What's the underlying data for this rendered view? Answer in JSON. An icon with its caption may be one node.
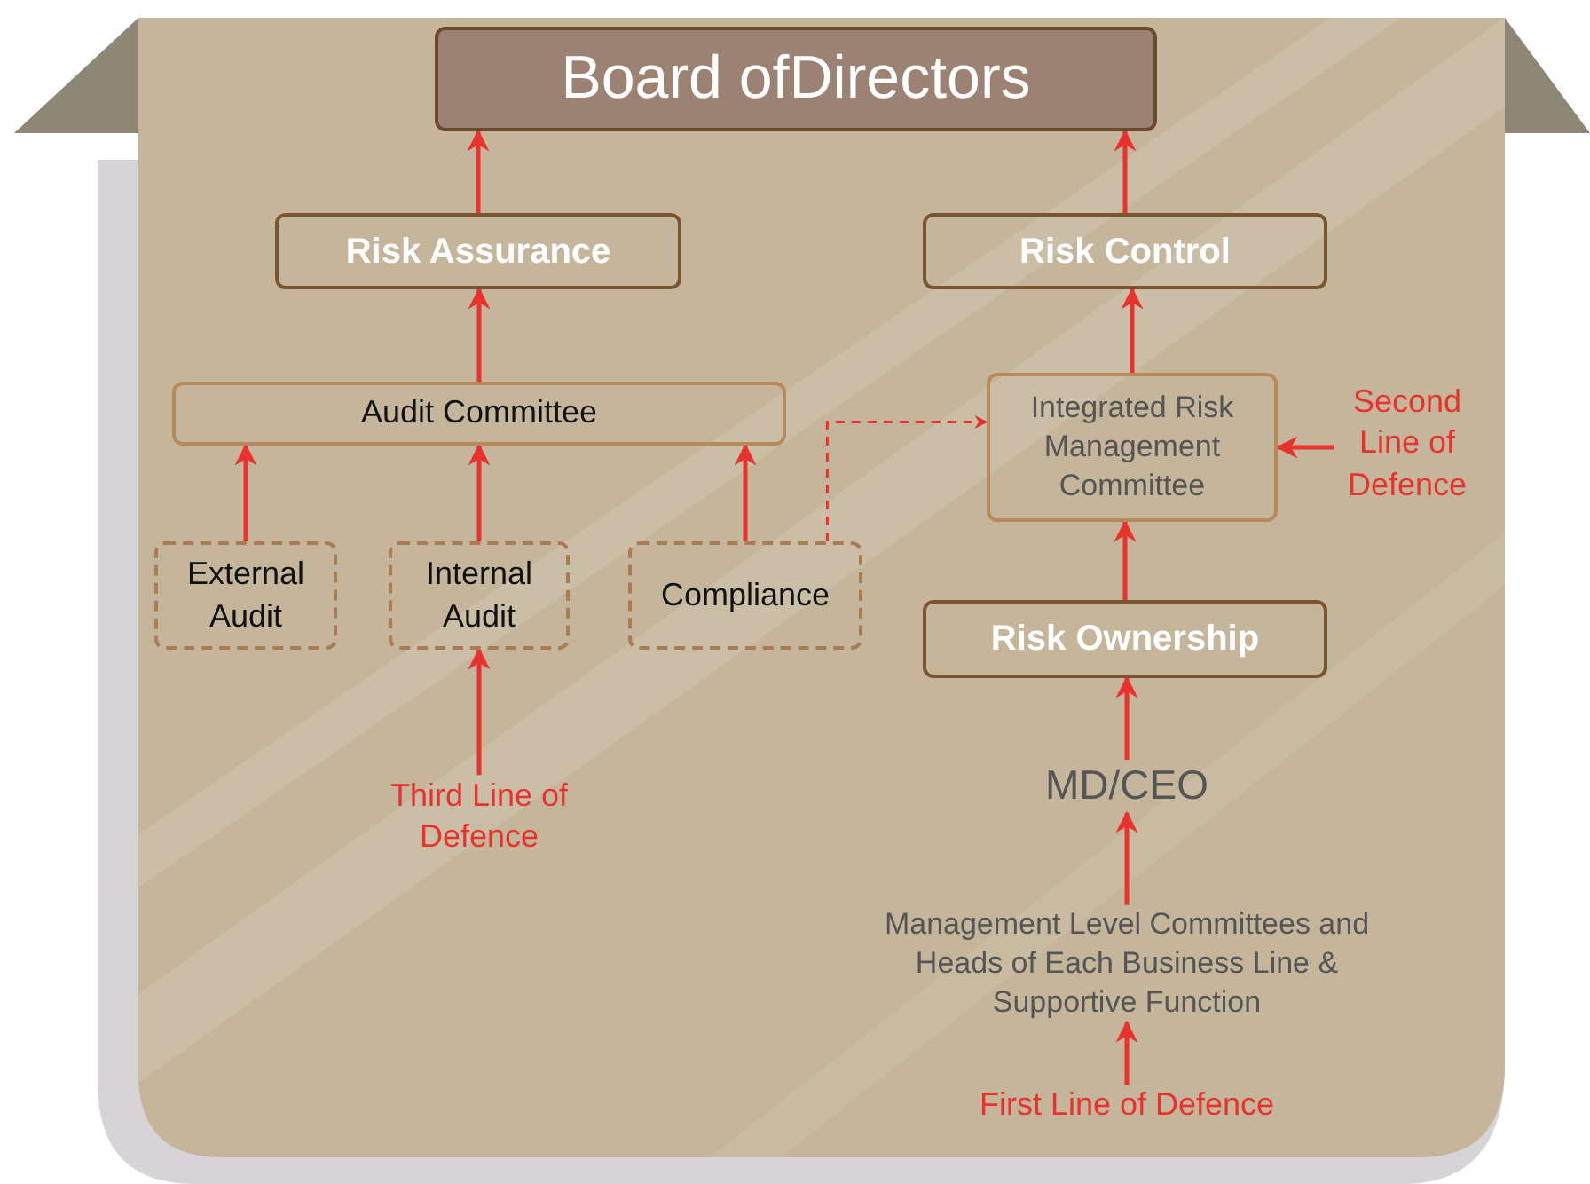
{
  "diagram": {
    "nodes": [
      {
        "text": [
          "Board ofDirectors"
        ]
      },
      {
        "text": [
          "Risk Assurance"
        ]
      },
      {
        "text": [
          "Risk Control"
        ]
      },
      {
        "text": [
          "Audit Committee"
        ]
      },
      {
        "text": [
          "Integrated Risk Management Committee"
        ]
      },
      {
        "text": [
          "Second Line of Defence"
        ]
      },
      {
        "text": [
          "External Audit"
        ]
      },
      {
        "text": [
          "Internal Audit"
        ]
      },
      {
        "text": [
          "Compliance"
        ]
      },
      {
        "text": [
          "Risk Ownership"
        ]
      },
      {
        "text": [
          "Third Line of Defence"
        ]
      },
      {
        "text": [
          "MD/CEO"
        ]
      },
      {
        "text": [
          "Management Level Committees and Heads of Each Business Line & Supportive Function"
        ]
      },
      {
        "text": [
          "First Line of Defence"
        ]
      }
    ],
    "edges": [
      {
        "from": 1,
        "to": 0,
        "arrow": "to"
      },
      {
        "from": 2,
        "to": 0,
        "arrow": "to"
      },
      {
        "from": 3,
        "to": 1,
        "arrow": "to"
      },
      {
        "from": 4,
        "to": 2,
        "arrow": "to"
      },
      {
        "from": 6,
        "to": 3,
        "arrow": "to"
      },
      {
        "from": 7,
        "to": 3,
        "arrow": "to"
      },
      {
        "from": 8,
        "to": 3,
        "arrow": "to"
      },
      {
        "from": 8,
        "to": 4,
        "arrow": "to",
        "style": "dashed"
      },
      {
        "from": 5,
        "to": 4,
        "arrow": "to"
      },
      {
        "from": 9,
        "to": 4,
        "arrow": "to"
      },
      {
        "from": 10,
        "to": 7,
        "arrow": "to"
      },
      {
        "from": 11,
        "to": 9,
        "arrow": "to"
      },
      {
        "from": 12,
        "to": 11,
        "arrow": "to"
      },
      {
        "from": 13,
        "to": 12,
        "arrow": "to"
      }
    ]
  }
}
